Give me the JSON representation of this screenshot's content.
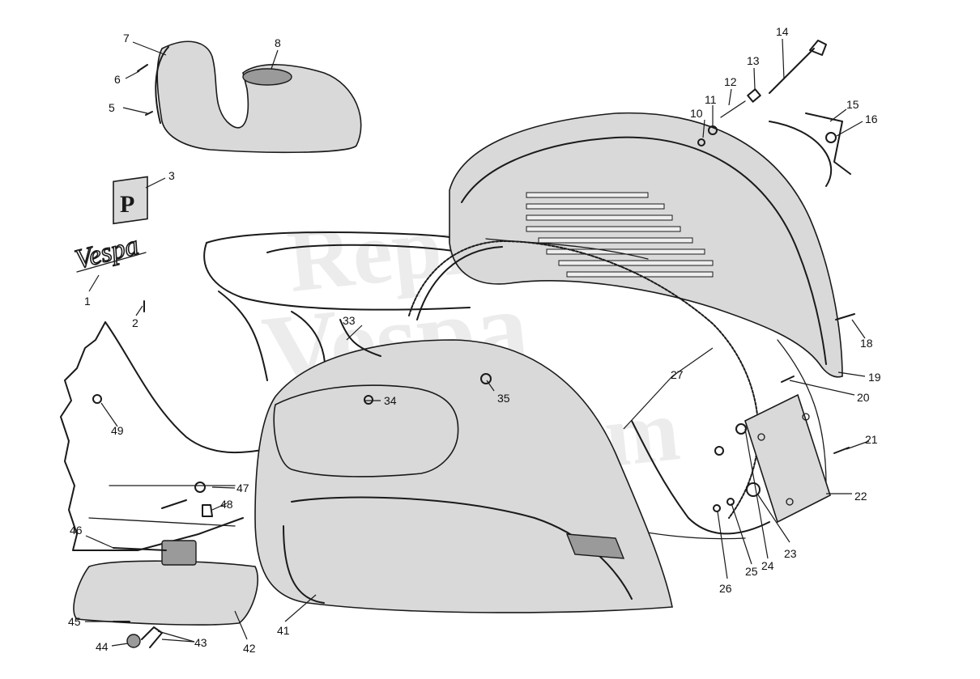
{
  "watermark": {
    "line1": "Repro",
    "line2": "Vespa",
    "line3": ".com"
  },
  "emblem": {
    "script_text": "Vespa",
    "badge_text": "P"
  },
  "callouts": [
    {
      "id": "c1",
      "text": "1"
    },
    {
      "id": "c2",
      "text": "2"
    },
    {
      "id": "c3",
      "text": "3"
    },
    {
      "id": "c5",
      "text": "5"
    },
    {
      "id": "c6",
      "text": "6"
    },
    {
      "id": "c7",
      "text": "7"
    },
    {
      "id": "c8",
      "text": "8"
    },
    {
      "id": "c10",
      "text": "10"
    },
    {
      "id": "c11",
      "text": "11"
    },
    {
      "id": "c12",
      "text": "12"
    },
    {
      "id": "c13",
      "text": "13"
    },
    {
      "id": "c14",
      "text": "14"
    },
    {
      "id": "c15",
      "text": "15"
    },
    {
      "id": "c16",
      "text": "16"
    },
    {
      "id": "c18",
      "text": "18"
    },
    {
      "id": "c19",
      "text": "19"
    },
    {
      "id": "c20",
      "text": "20"
    },
    {
      "id": "c21",
      "text": "21"
    },
    {
      "id": "c22",
      "text": "22"
    },
    {
      "id": "c23",
      "text": "23"
    },
    {
      "id": "c24",
      "text": "24"
    },
    {
      "id": "c25",
      "text": "25"
    },
    {
      "id": "c26",
      "text": "26"
    },
    {
      "id": "c27",
      "text": "27"
    },
    {
      "id": "c33",
      "text": "33"
    },
    {
      "id": "c34",
      "text": "34"
    },
    {
      "id": "c35",
      "text": "35"
    },
    {
      "id": "c41",
      "text": "41"
    },
    {
      "id": "c42",
      "text": "42"
    },
    {
      "id": "c43",
      "text": "43"
    },
    {
      "id": "c44",
      "text": "44"
    },
    {
      "id": "c45",
      "text": "45"
    },
    {
      "id": "c46",
      "text": "46"
    },
    {
      "id": "c47",
      "text": "47"
    },
    {
      "id": "c48",
      "text": "48"
    },
    {
      "id": "c49",
      "text": "49"
    }
  ]
}
